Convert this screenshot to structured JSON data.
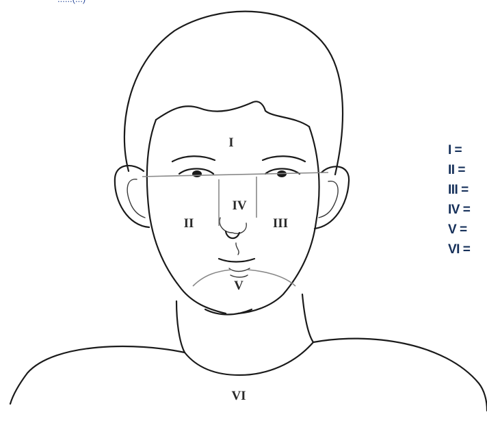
{
  "top_note": "......(...)",
  "regions": {
    "forehead": "I",
    "right_cheek": "II",
    "left_cheek": "III",
    "nose": "IV",
    "chin": "V",
    "neck": "VI"
  },
  "legend": {
    "items": [
      "I =",
      "II =",
      "III =",
      "IV =",
      "V =",
      "VI ="
    ],
    "color": "#16305a"
  }
}
